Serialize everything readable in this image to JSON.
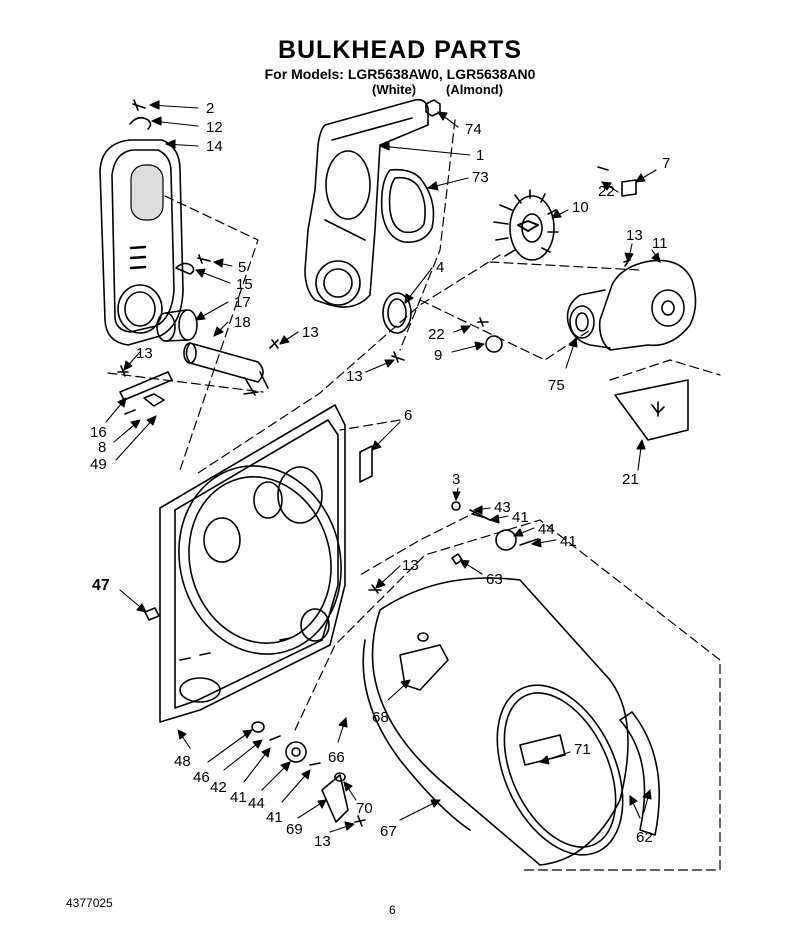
{
  "header": {
    "title": "BULKHEAD PARTS",
    "subtitle": "For Models: LGR5638AW0, LGR5638AN0",
    "variant_white": "(White)",
    "variant_almond": "(Almond)"
  },
  "footer": {
    "doc_number": "4377025",
    "page_number": "6"
  },
  "callouts": [
    {
      "id": "c2",
      "text": "2"
    },
    {
      "id": "c12",
      "text": "12"
    },
    {
      "id": "c14",
      "text": "14"
    },
    {
      "id": "c74",
      "text": "74"
    },
    {
      "id": "c1",
      "text": "1"
    },
    {
      "id": "c73",
      "text": "73"
    },
    {
      "id": "c7",
      "text": "7"
    },
    {
      "id": "c22a",
      "text": "22"
    },
    {
      "id": "c10",
      "text": "10"
    },
    {
      "id": "c5",
      "text": "5"
    },
    {
      "id": "c15",
      "text": "15"
    },
    {
      "id": "c4",
      "text": "4"
    },
    {
      "id": "c13a",
      "text": "13"
    },
    {
      "id": "c11",
      "text": "11"
    },
    {
      "id": "c17",
      "text": "17"
    },
    {
      "id": "c18",
      "text": "18"
    },
    {
      "id": "c13b",
      "text": "13"
    },
    {
      "id": "c22b",
      "text": "22"
    },
    {
      "id": "c9",
      "text": "9"
    },
    {
      "id": "c75",
      "text": "75"
    },
    {
      "id": "c13c",
      "text": "13"
    },
    {
      "id": "c13d",
      "text": "13"
    },
    {
      "id": "c16",
      "text": "16"
    },
    {
      "id": "c8",
      "text": "8"
    },
    {
      "id": "c49",
      "text": "49"
    },
    {
      "id": "c6",
      "text": "6"
    },
    {
      "id": "c21",
      "text": "21"
    },
    {
      "id": "c3",
      "text": "3"
    },
    {
      "id": "c43",
      "text": "43"
    },
    {
      "id": "c41a",
      "text": "41"
    },
    {
      "id": "c44a",
      "text": "44"
    },
    {
      "id": "c41b",
      "text": "41"
    },
    {
      "id": "c47",
      "text": "47"
    },
    {
      "id": "c13e",
      "text": "13"
    },
    {
      "id": "c63",
      "text": "63"
    },
    {
      "id": "c68",
      "text": "68"
    },
    {
      "id": "c71",
      "text": "71"
    },
    {
      "id": "c48",
      "text": "48"
    },
    {
      "id": "c46",
      "text": "46"
    },
    {
      "id": "c42",
      "text": "42"
    },
    {
      "id": "c41c",
      "text": "41"
    },
    {
      "id": "c44b",
      "text": "44"
    },
    {
      "id": "c41d",
      "text": "41"
    },
    {
      "id": "c69",
      "text": "69"
    },
    {
      "id": "c66",
      "text": "66"
    },
    {
      "id": "c70",
      "text": "70"
    },
    {
      "id": "c13f",
      "text": "13"
    },
    {
      "id": "c67",
      "text": "67"
    },
    {
      "id": "c62",
      "text": "62"
    }
  ]
}
